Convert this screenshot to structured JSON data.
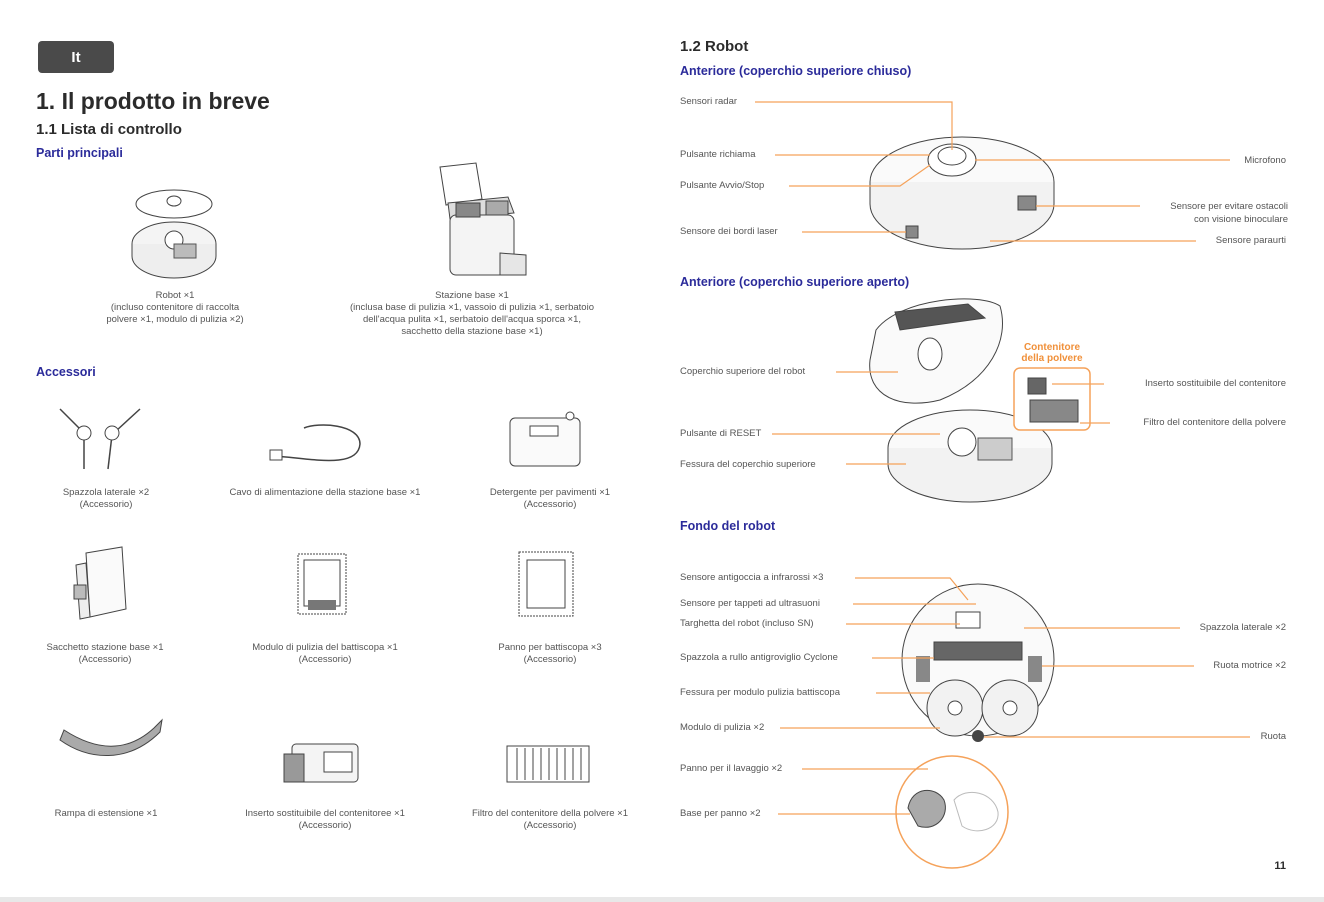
{
  "lang_tag": "It",
  "left": {
    "title": "1. Il prodotto in breve",
    "subtitle": "1.1 Lista di controllo",
    "main_parts_heading": "Parti principali",
    "robot_caption": [
      "Robot ×1",
      "(incluso contenitore di raccolta",
      "polvere ×1, modulo di pulizia ×2)"
    ],
    "station_caption": [
      "Stazione base ×1",
      "(inclusa base di pulizia ×1, vassoio di pulizia ×1, serbatoio",
      "dell'acqua pulita ×1, serbatoio dell'acqua sporca ×1,",
      "sacchetto della stazione base ×1)"
    ],
    "accessories_heading": "Accessori",
    "accessories": [
      {
        "name": "Spazzola laterale ×2",
        "note": "(Accessorio)"
      },
      {
        "name": "Cavo di alimentazione della stazione base ×1",
        "note": ""
      },
      {
        "name": "Detergente per pavimenti ×1",
        "note": "(Accessorio)"
      },
      {
        "name": "Sacchetto stazione base ×1",
        "note": "(Accessorio)"
      },
      {
        "name": "Modulo di pulizia del battiscopa ×1",
        "note": "(Accessorio)"
      },
      {
        "name": "Panno per battiscopa ×3",
        "note": "(Accessorio)"
      },
      {
        "name": "Rampa di estensione ×1",
        "note": ""
      },
      {
        "name": "Inserto sostituibile del contenitoree ×1",
        "note": "(Accessorio)"
      },
      {
        "name": "Filtro del contenitore della polvere ×1",
        "note": "(Accessorio)"
      }
    ]
  },
  "right": {
    "title": "1.2 Robot",
    "front_closed_heading": "Anteriore (coperchio superiore chiuso)",
    "front_closed_labels": {
      "radar": "Sensori radar",
      "recall": "Pulsante richiama",
      "start_stop": "Pulsante Avvio/Stop",
      "laser_edge": "Sensore dei bordi laser",
      "microphone": "Microfono",
      "binocular_1": "Sensore per evitare ostacoli",
      "binocular_2": "con visione binoculare",
      "bumper": "Sensore paraurti"
    },
    "front_open_heading": "Anteriore (coperchio superiore aperto)",
    "front_open_labels": {
      "top_cover": "Coperchio superiore del robot",
      "reset": "Pulsante di RESET",
      "cover_slot": "Fessura del coperchio superiore",
      "dustbin_1": "Contenitore",
      "dustbin_2": "della polvere",
      "insert": "Inserto sostituibile del contenitore",
      "filter": "Filtro del contenitore della polvere"
    },
    "bottom_heading": "Fondo del robot",
    "bottom_labels": {
      "cliff": "Sensore antigoccia a infrarossi ×3",
      "carpet": "Sensore per tappeti ad ultrasuoni",
      "nameplate": "Targhetta del robot (incluso SN)",
      "roller": "Spazzola a rullo antigroviglio Cyclone",
      "skirting_slot": "Fessura per modulo pulizia battiscopa",
      "mop_module": "Modulo di pulizia ×2",
      "wash_cloth": "Panno per il lavaggio ×2",
      "cloth_base": "Base per panno ×2",
      "side_brush": "Spazzola laterale ×2",
      "drive_wheel": "Ruota motrice ×2",
      "wheel": "Ruota"
    }
  },
  "page_number": "11",
  "colors": {
    "heading_blue": "#2b2b9a",
    "callout_orange": "#f5a25a",
    "tag_bg": "#4a4a4a"
  }
}
